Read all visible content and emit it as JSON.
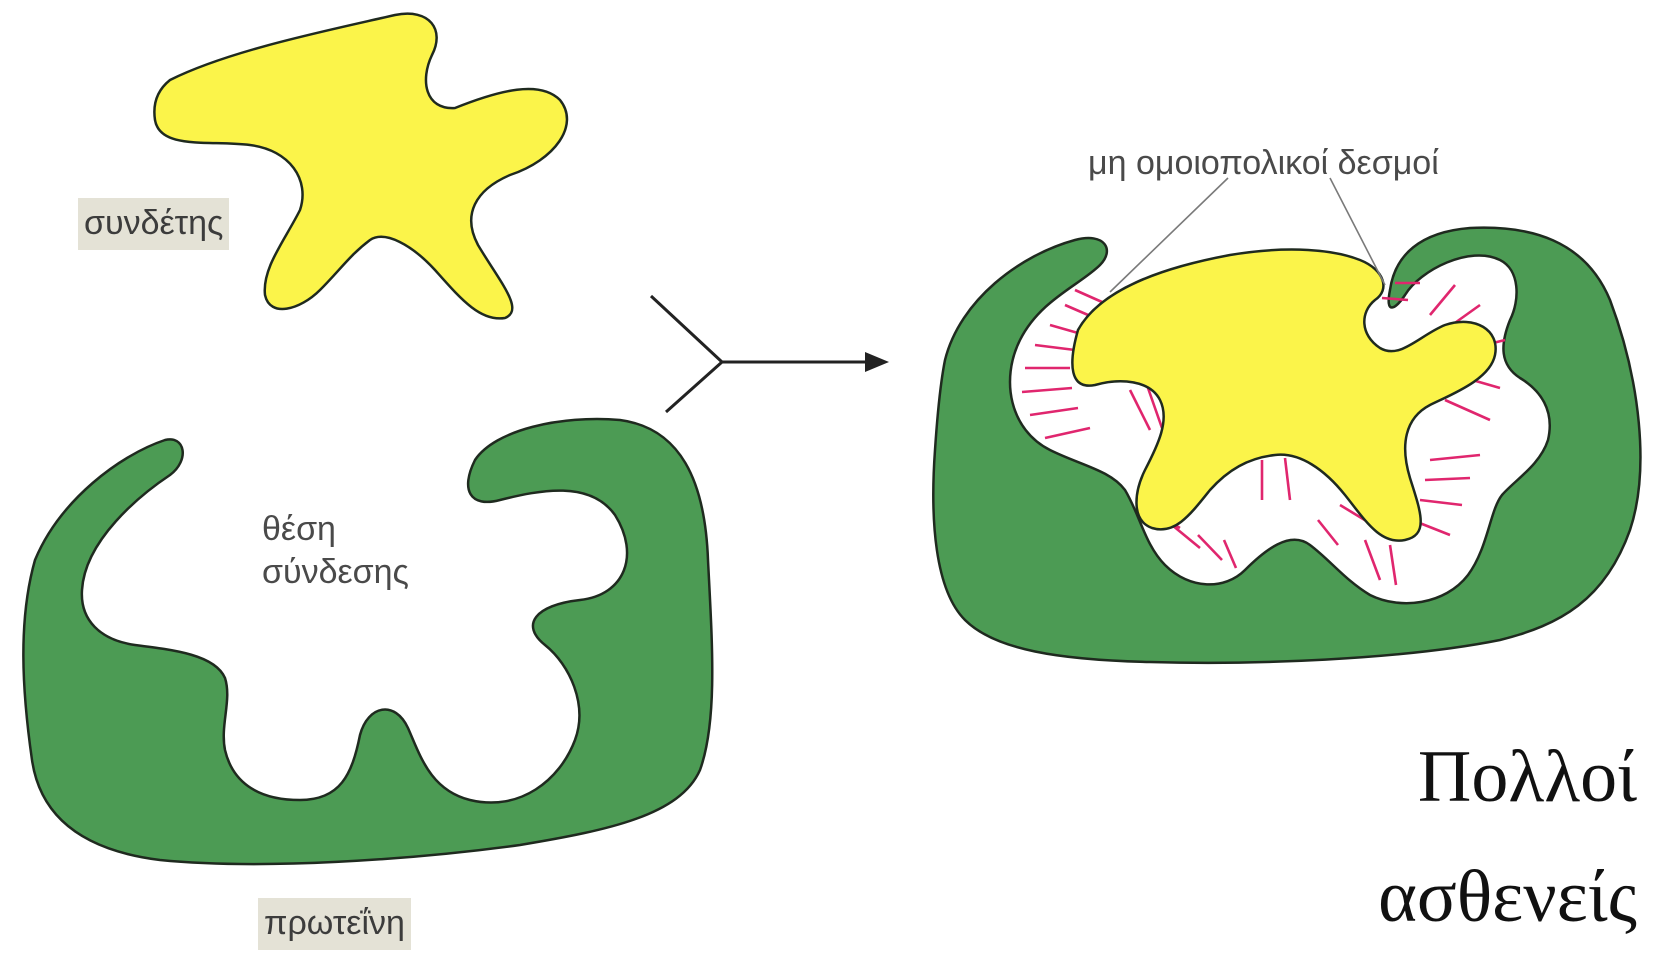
{
  "labels": {
    "ligand": "συνδέτης",
    "binding_site_line1": "θέση",
    "binding_site_line2": "σύνδεσης",
    "protein": "πρωτεΐνη",
    "bonds": "μη ομοιοπολικοί δεσμοί"
  },
  "caption": {
    "line1": "Πολλοί",
    "line2": "ασθενείς"
  },
  "colors": {
    "ligand": "#fbf44a",
    "protein": "#4c9b54",
    "bond": "#e0266e",
    "outline": "#1f2a1f",
    "leader": "#7a7a7a",
    "arrow": "#222222"
  }
}
